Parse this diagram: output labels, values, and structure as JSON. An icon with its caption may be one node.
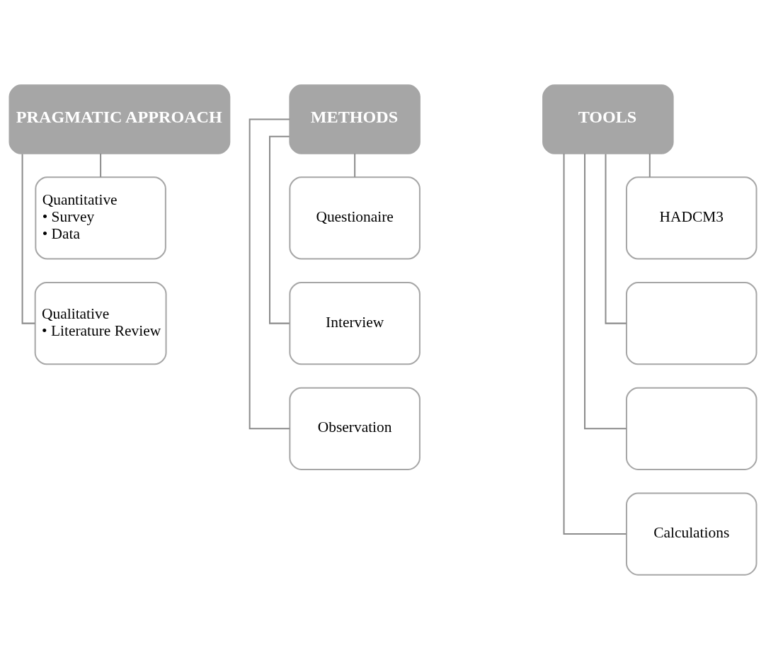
{
  "diagram": {
    "nodes": [
      {
        "text": [
          "PRAGMATIC APPROACH"
        ]
      },
      {
        "text": [
          "Quantitative",
          "• Survey",
          "• Data"
        ]
      },
      {
        "text": [
          "Qualitative",
          "• Literature Review"
        ]
      },
      {
        "text": [
          "METHODS"
        ]
      },
      {
        "text": [
          "Questionaire"
        ]
      },
      {
        "text": [
          "Interview"
        ]
      },
      {
        "text": [
          "Observation"
        ]
      },
      {
        "text": [
          "TOOLS"
        ]
      },
      {
        "text": [
          "HADCM3"
        ]
      },
      {
        "text": [],
        "shape": "box"
      },
      {
        "text": [],
        "shape": "box"
      },
      {
        "text": [
          "Calculations"
        ]
      }
    ],
    "edges": [
      {
        "from": 0,
        "to": 1,
        "arrow": "none"
      },
      {
        "from": 0,
        "to": 2,
        "arrow": "none"
      },
      {
        "from": 3,
        "to": 4,
        "arrow": "none"
      },
      {
        "from": 3,
        "to": 5,
        "arrow": "none"
      },
      {
        "from": 3,
        "to": 6,
        "arrow": "none"
      },
      {
        "from": 7,
        "to": 8,
        "arrow": "none"
      },
      {
        "from": 7,
        "to": 9,
        "arrow": "none"
      },
      {
        "from": 7,
        "to": 10,
        "arrow": "none"
      },
      {
        "from": 7,
        "to": 11,
        "arrow": "none"
      }
    ]
  }
}
